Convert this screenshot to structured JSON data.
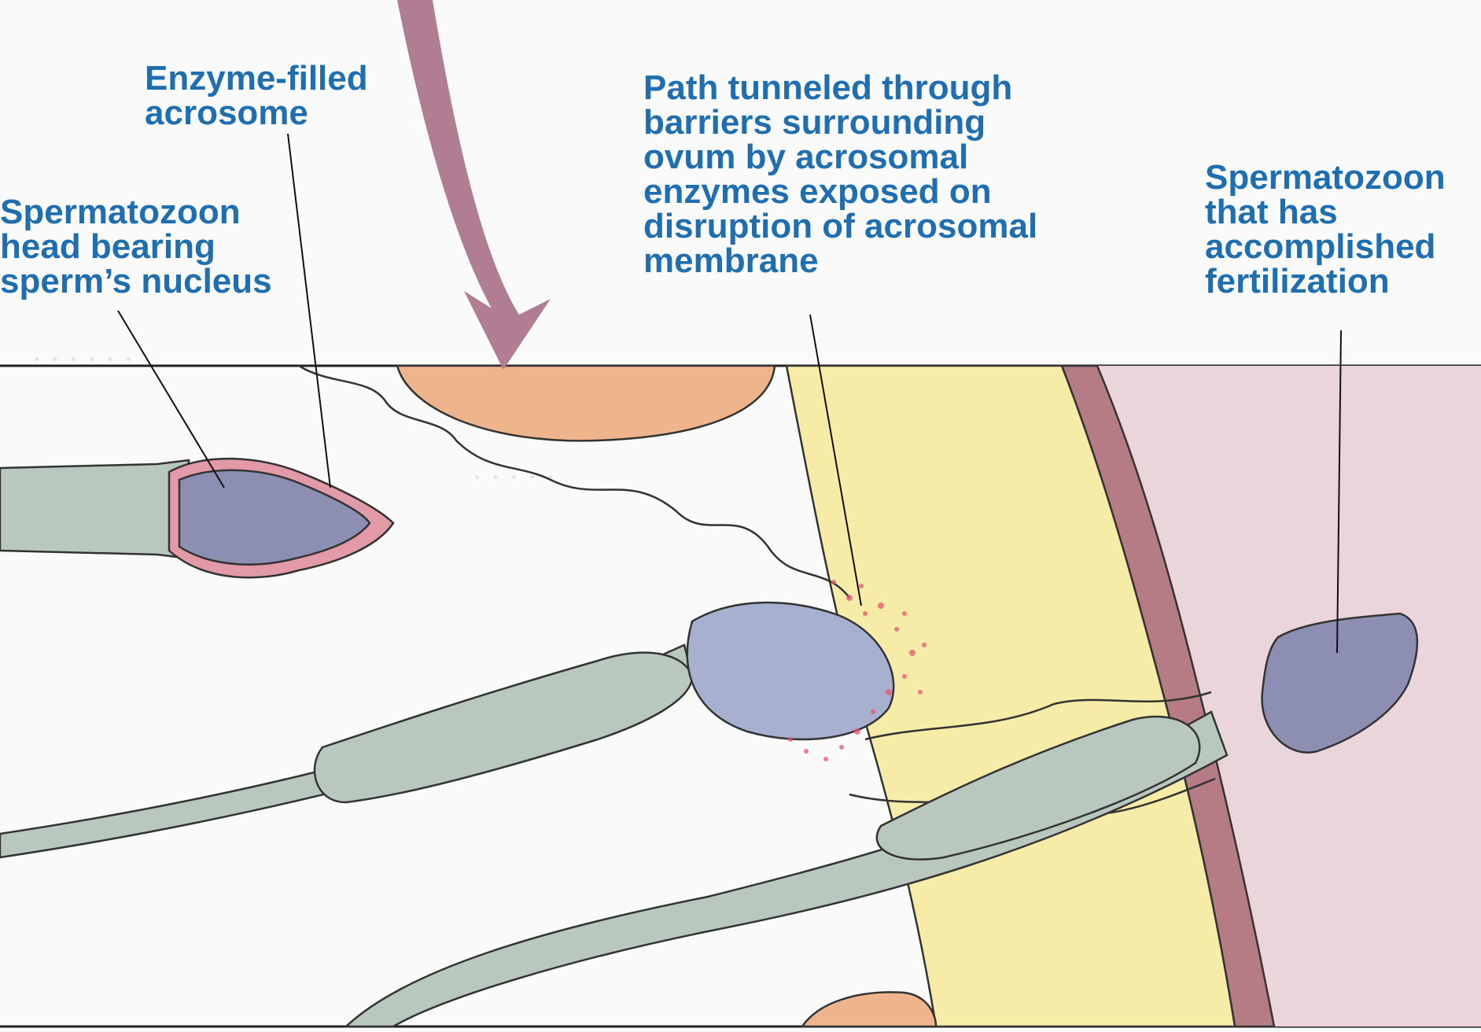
{
  "labels": {
    "acrosome": [
      "Enzyme-filled",
      "acrosome"
    ],
    "head": [
      "Spermatozoon",
      "head bearing",
      "sperm’s nucleus"
    ],
    "path": [
      "Path tunneled through",
      "barriers surrounding",
      "ovum by acrosomal",
      "enzymes exposed on",
      "disruption of acrosomal",
      "membrane"
    ],
    "fertilized": [
      "Spermatozoon",
      "that has",
      "accomplished",
      "fertilization"
    ]
  },
  "colors": {
    "label_text": "#1f6fb0",
    "sperm_body": "#b9c8be",
    "nucleus": "#8c8fb2",
    "acrosome": "#e39aa8",
    "zona": "#f6eca8",
    "ovum_membrane": "#b57c86",
    "ovum_cytoplasm": "#ead6da",
    "arrow": "#b07d92",
    "follicle_cell": "#eeb58d",
    "enzyme_dots": "#e8546e"
  }
}
